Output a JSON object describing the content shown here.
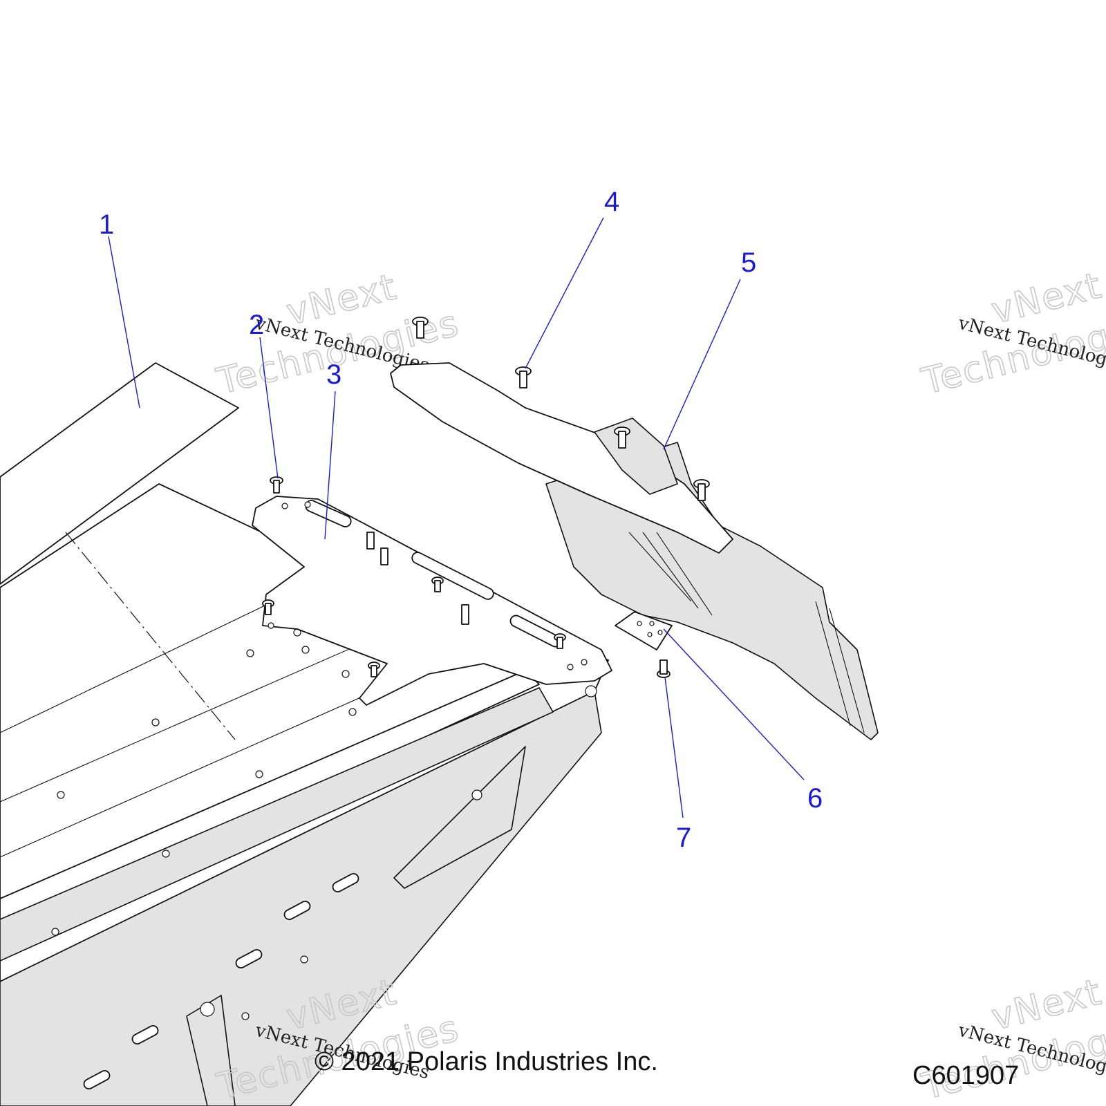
{
  "callouts": [
    "1",
    "2",
    "3",
    "4",
    "5",
    "6",
    "7"
  ],
  "watermark": {
    "big_line1": "vNext",
    "big_line2": "Technologies",
    "small": "vNext Technologies"
  },
  "footer": {
    "copyright": "© 2021 Polaris Industries Inc.",
    "code": "C601907"
  }
}
